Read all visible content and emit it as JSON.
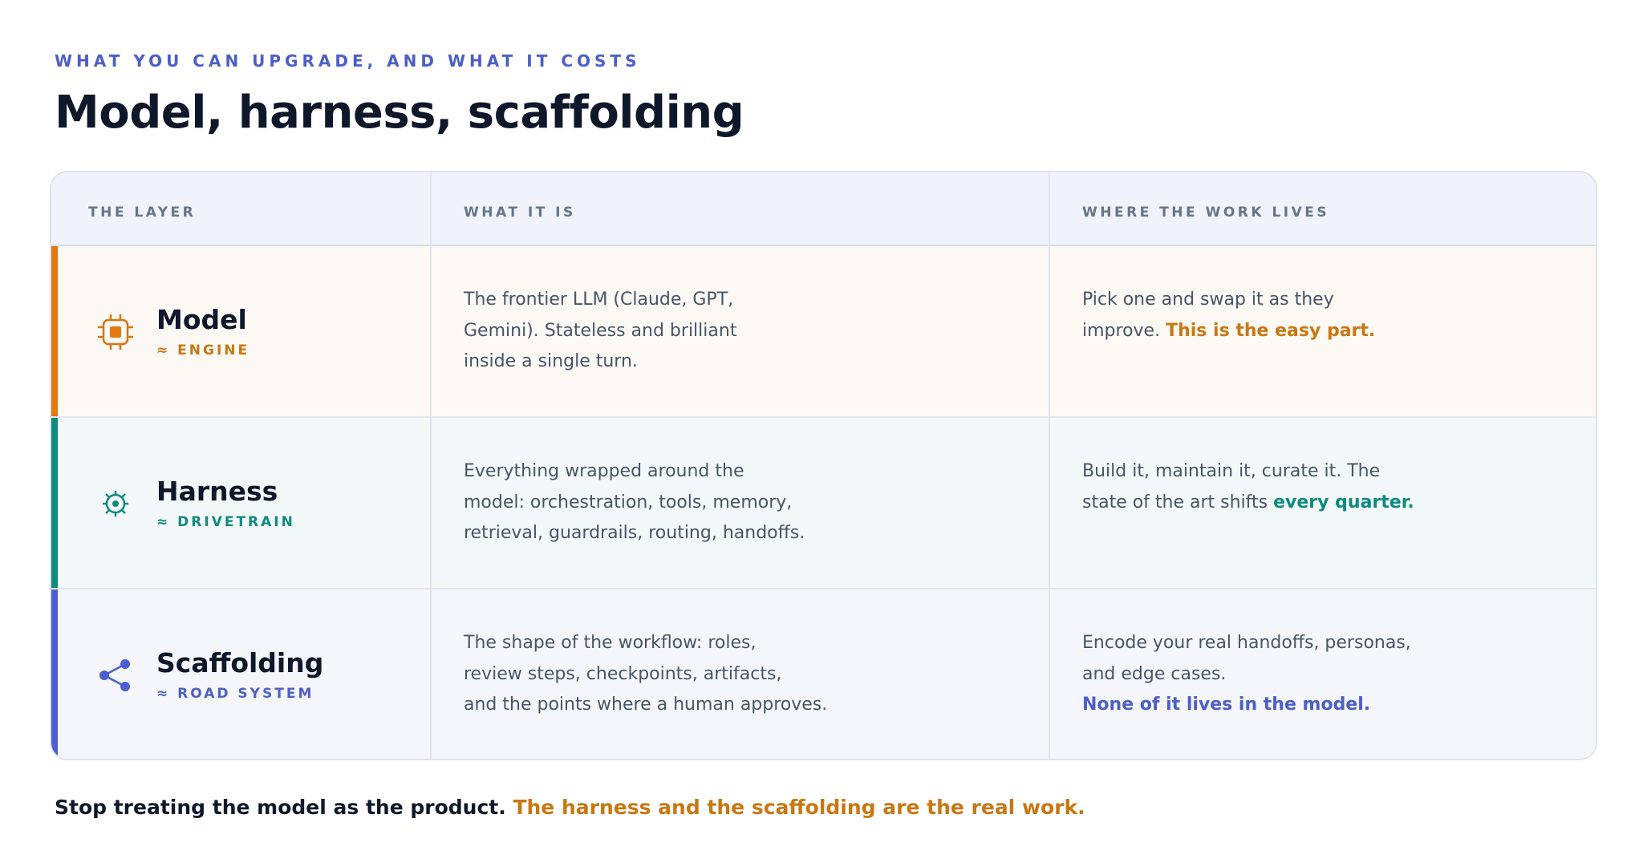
{
  "header": {
    "eyebrow": "WHAT YOU CAN UPGRADE, AND WHAT IT COSTS",
    "title": "Model, harness, scaffolding"
  },
  "table": {
    "columns": [
      "THE LAYER",
      "WHAT IT IS",
      "WHERE THE WORK LIVES"
    ],
    "rows": [
      {
        "icon": "chip-icon",
        "accent": "#e07a10",
        "name": "Model",
        "tag": "≈ ENGINE",
        "description": [
          "The frontier LLM (Claude, GPT,",
          "Gemini). Stateless and brilliant",
          "inside a single turn."
        ],
        "work_line1": "Pick one and swap it as they",
        "work_line2_plain": "improve. ",
        "work_line2_highlight": "This is the easy part.",
        "work_line3": ""
      },
      {
        "icon": "gear-icon",
        "accent": "#0e8a80",
        "name": "Harness",
        "tag": "≈ DRIVETRAIN",
        "description": [
          "Everything wrapped around the",
          "model: orchestration, tools, memory,",
          "retrieval, guardrails, routing, handoffs."
        ],
        "work_line1": "Build it, maintain it, curate it. The",
        "work_line2_plain": "state of the art shifts ",
        "work_line2_highlight": "every quarter.",
        "work_line3": ""
      },
      {
        "icon": "share-nodes-icon",
        "accent": "#4c5fd1",
        "name": "Scaffolding",
        "tag": "≈ ROAD SYSTEM",
        "description": [
          "The shape of the workflow: roles,",
          "review steps, checkpoints, artifacts,",
          "and the points where a human approves."
        ],
        "work_line1": "Encode your real handoffs, personas,",
        "work_line2_plain": "and edge cases.",
        "work_line2_highlight": "",
        "work_line3": "None of it lives in the model."
      }
    ]
  },
  "footer": {
    "plain": "Stop treating the model as the product. ",
    "highlight": "The harness and the scaffolding are the real work."
  }
}
